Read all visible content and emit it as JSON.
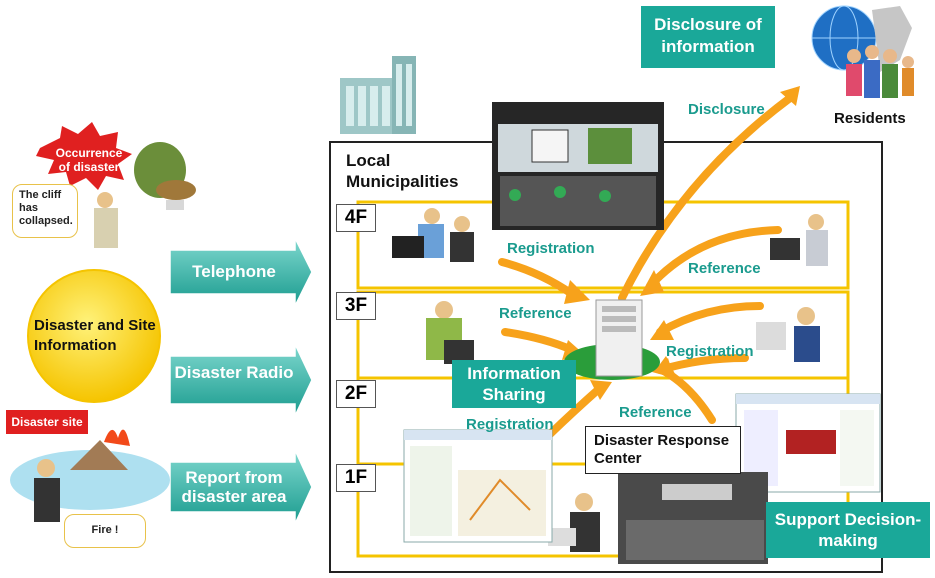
{
  "left": {
    "occurrence": "Occurrence of disaster",
    "cliff_bubble": "The cliff has collapsed.",
    "circle_text": "Disaster and Site Information",
    "disaster_site": "Disaster site",
    "fire_bubble": "Fire !"
  },
  "channels": [
    {
      "label": "Telephone"
    },
    {
      "label": "Disaster Radio"
    },
    {
      "label": "Report from disaster area"
    }
  ],
  "building": {
    "title": "Local Municipalities",
    "floors": [
      "4F",
      "3F",
      "2F",
      "1F"
    ]
  },
  "flows": {
    "registration_4f": "Registration",
    "reference_4f": "Reference",
    "reference_3f": "Reference",
    "registration_3f": "Registration",
    "reference_2f": "Reference",
    "registration_1f": "Registration",
    "disclosure": "Disclosure"
  },
  "boxes": {
    "disclosure_info": "Disclosure of information",
    "residents": "Residents",
    "info_sharing": "Information Sharing",
    "response_center": "Disaster Response Center",
    "decision": "Support Decision-making"
  },
  "colors": {
    "teal": "#1aa899",
    "orange": "#f7a21b",
    "yellow": "#f5c400",
    "arrow_green": "#2aa79b"
  }
}
